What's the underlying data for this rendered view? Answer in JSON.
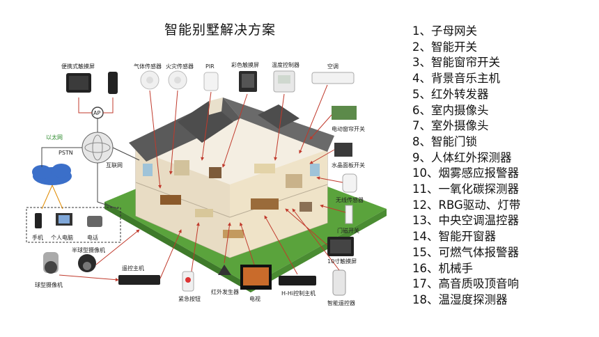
{
  "title": "智能别墅解决方案",
  "labels": {
    "portable_touchscreen": "便携式触摸屏",
    "gas_sensor": "气体传感器",
    "fire_sensor": "火灾传感器",
    "pir": "PIR",
    "color_touchscreen": "彩色触摸屏",
    "thermostat": "温度控制器",
    "aircon": "空调",
    "ap": "AP",
    "ethernet": "以太网",
    "pstn": "PSTN",
    "internet": "互联网",
    "curtain_switch": "电动窗帘开关",
    "crystal_panel": "水晶面板开关",
    "wireless_sensor": "无线传感器",
    "door_switch": "门磁开关",
    "phone": "手机",
    "pc": "个人电脑",
    "telephone": "电话",
    "dome_camera": "半球型摄像机",
    "ball_camera": "球型摄像机",
    "host": "遥控主机",
    "emergency_button": "紧急按钮",
    "ir_transmitter": "红外发生器",
    "tv": "电视",
    "hifi_host": "H-Hi控制主机",
    "touchscreen_10": "10寸触摸屏",
    "smart_remote": "智能遥控器"
  },
  "features": [
    "1、子母网关",
    "2、智能开关",
    "3、智能窗帘开关",
    "4、背景音乐主机",
    "5、红外转发器",
    "6、室内摄像头",
    "7、室外摄像头",
    "8、智能门锁",
    "9、人体红外探测器",
    "10、烟雾感应报警器",
    "11、一氧化碳探测器",
    "12、RBG驱动、灯带",
    "13、中央空调温控器",
    "14、智能开窗器",
    "15、可燃气体报警器",
    "16、机械手",
    "17、高音质吸顶音响",
    "18、温湿度探测器"
  ],
  "colors": {
    "lines": "#c0392b",
    "ethernet_label": "#2e8b2e",
    "cloud": "#3b6fc9",
    "roof": "#5a5a5a",
    "lawn": "#5aa33c",
    "wall": "#f4eee2"
  }
}
